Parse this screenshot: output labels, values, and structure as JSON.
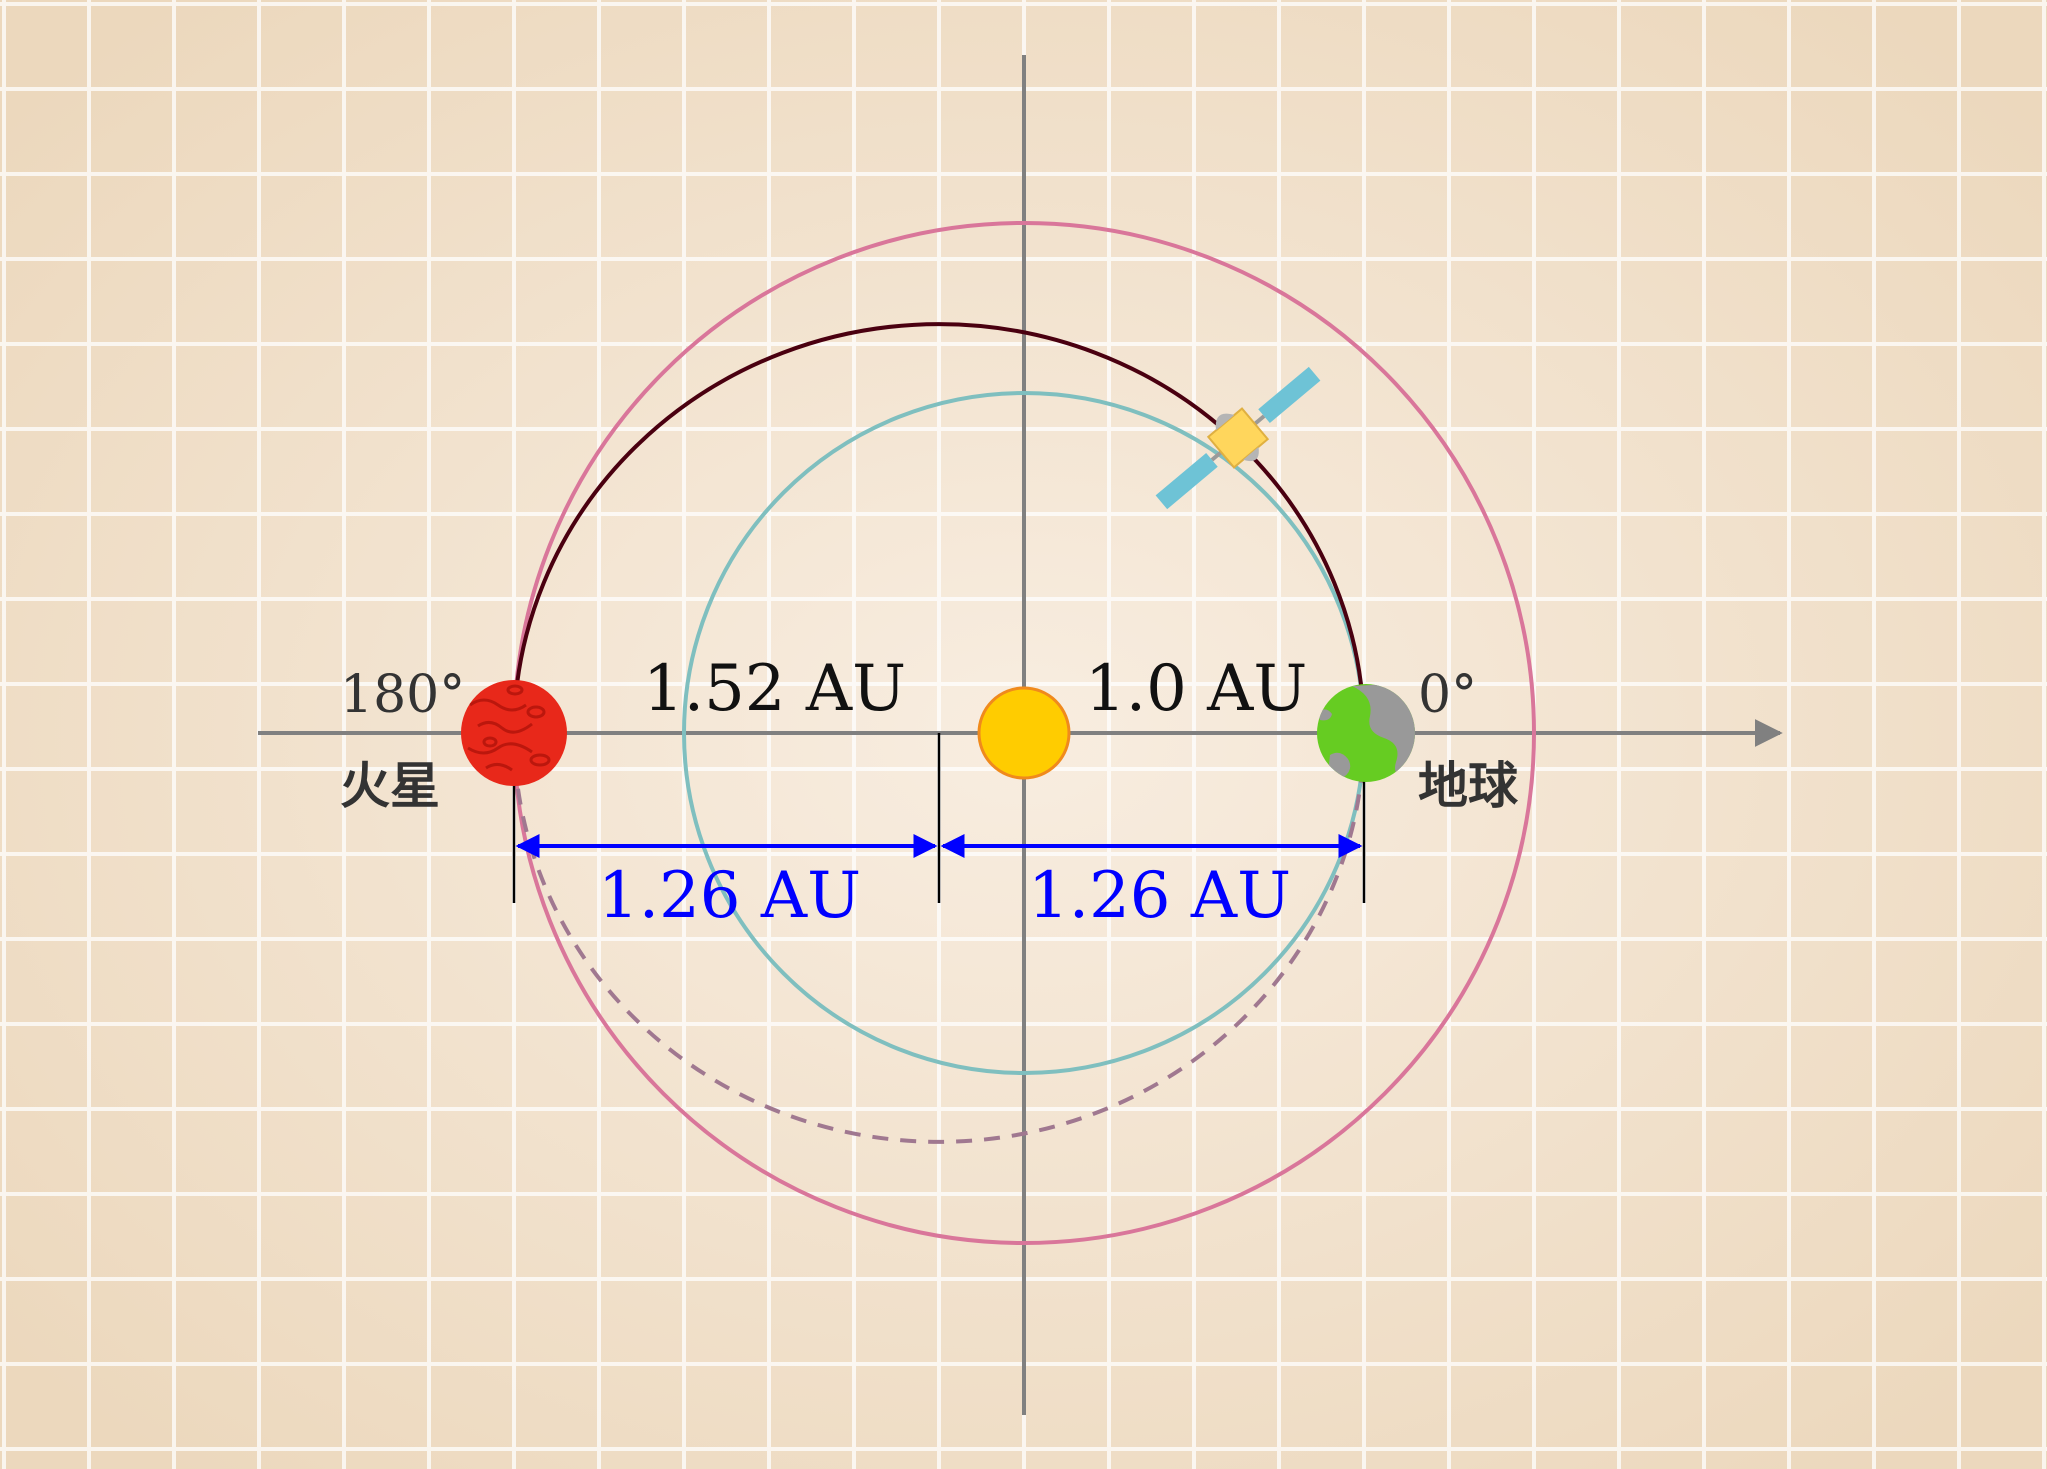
{
  "labels": {
    "mars_angle": "180°",
    "earth_angle": "0°",
    "mars_name": "火星",
    "earth_name": "地球",
    "mars_distance": "1.52 AU",
    "earth_distance": "1.0 AU",
    "semi_major_left": "1.26 AU",
    "semi_major_right": "1.26 AU"
  },
  "colors": {
    "background_center": "#f7ebdc",
    "background_edge": "#ecd9bf",
    "grid": "#ffffff",
    "axis": "#808080",
    "mars_orbit": "#d9769a",
    "earth_orbit": "#7fbfbf",
    "transfer_orbit": "#4a0010",
    "return_orbit_dashed": "#a07890",
    "dimension": "#0000ff",
    "label_text": "#333333",
    "sun": "#ffcc00",
    "mars": "#e8281a",
    "earth_land": "#66cc22",
    "earth_ocean": "#999999",
    "satellite_panel": "#6ec3d6",
    "satellite_body": "#ffd65c"
  },
  "icons": {
    "sun": "sun-icon",
    "mars": "mars-icon",
    "earth": "earth-icon",
    "satellite": "satellite-icon"
  }
}
